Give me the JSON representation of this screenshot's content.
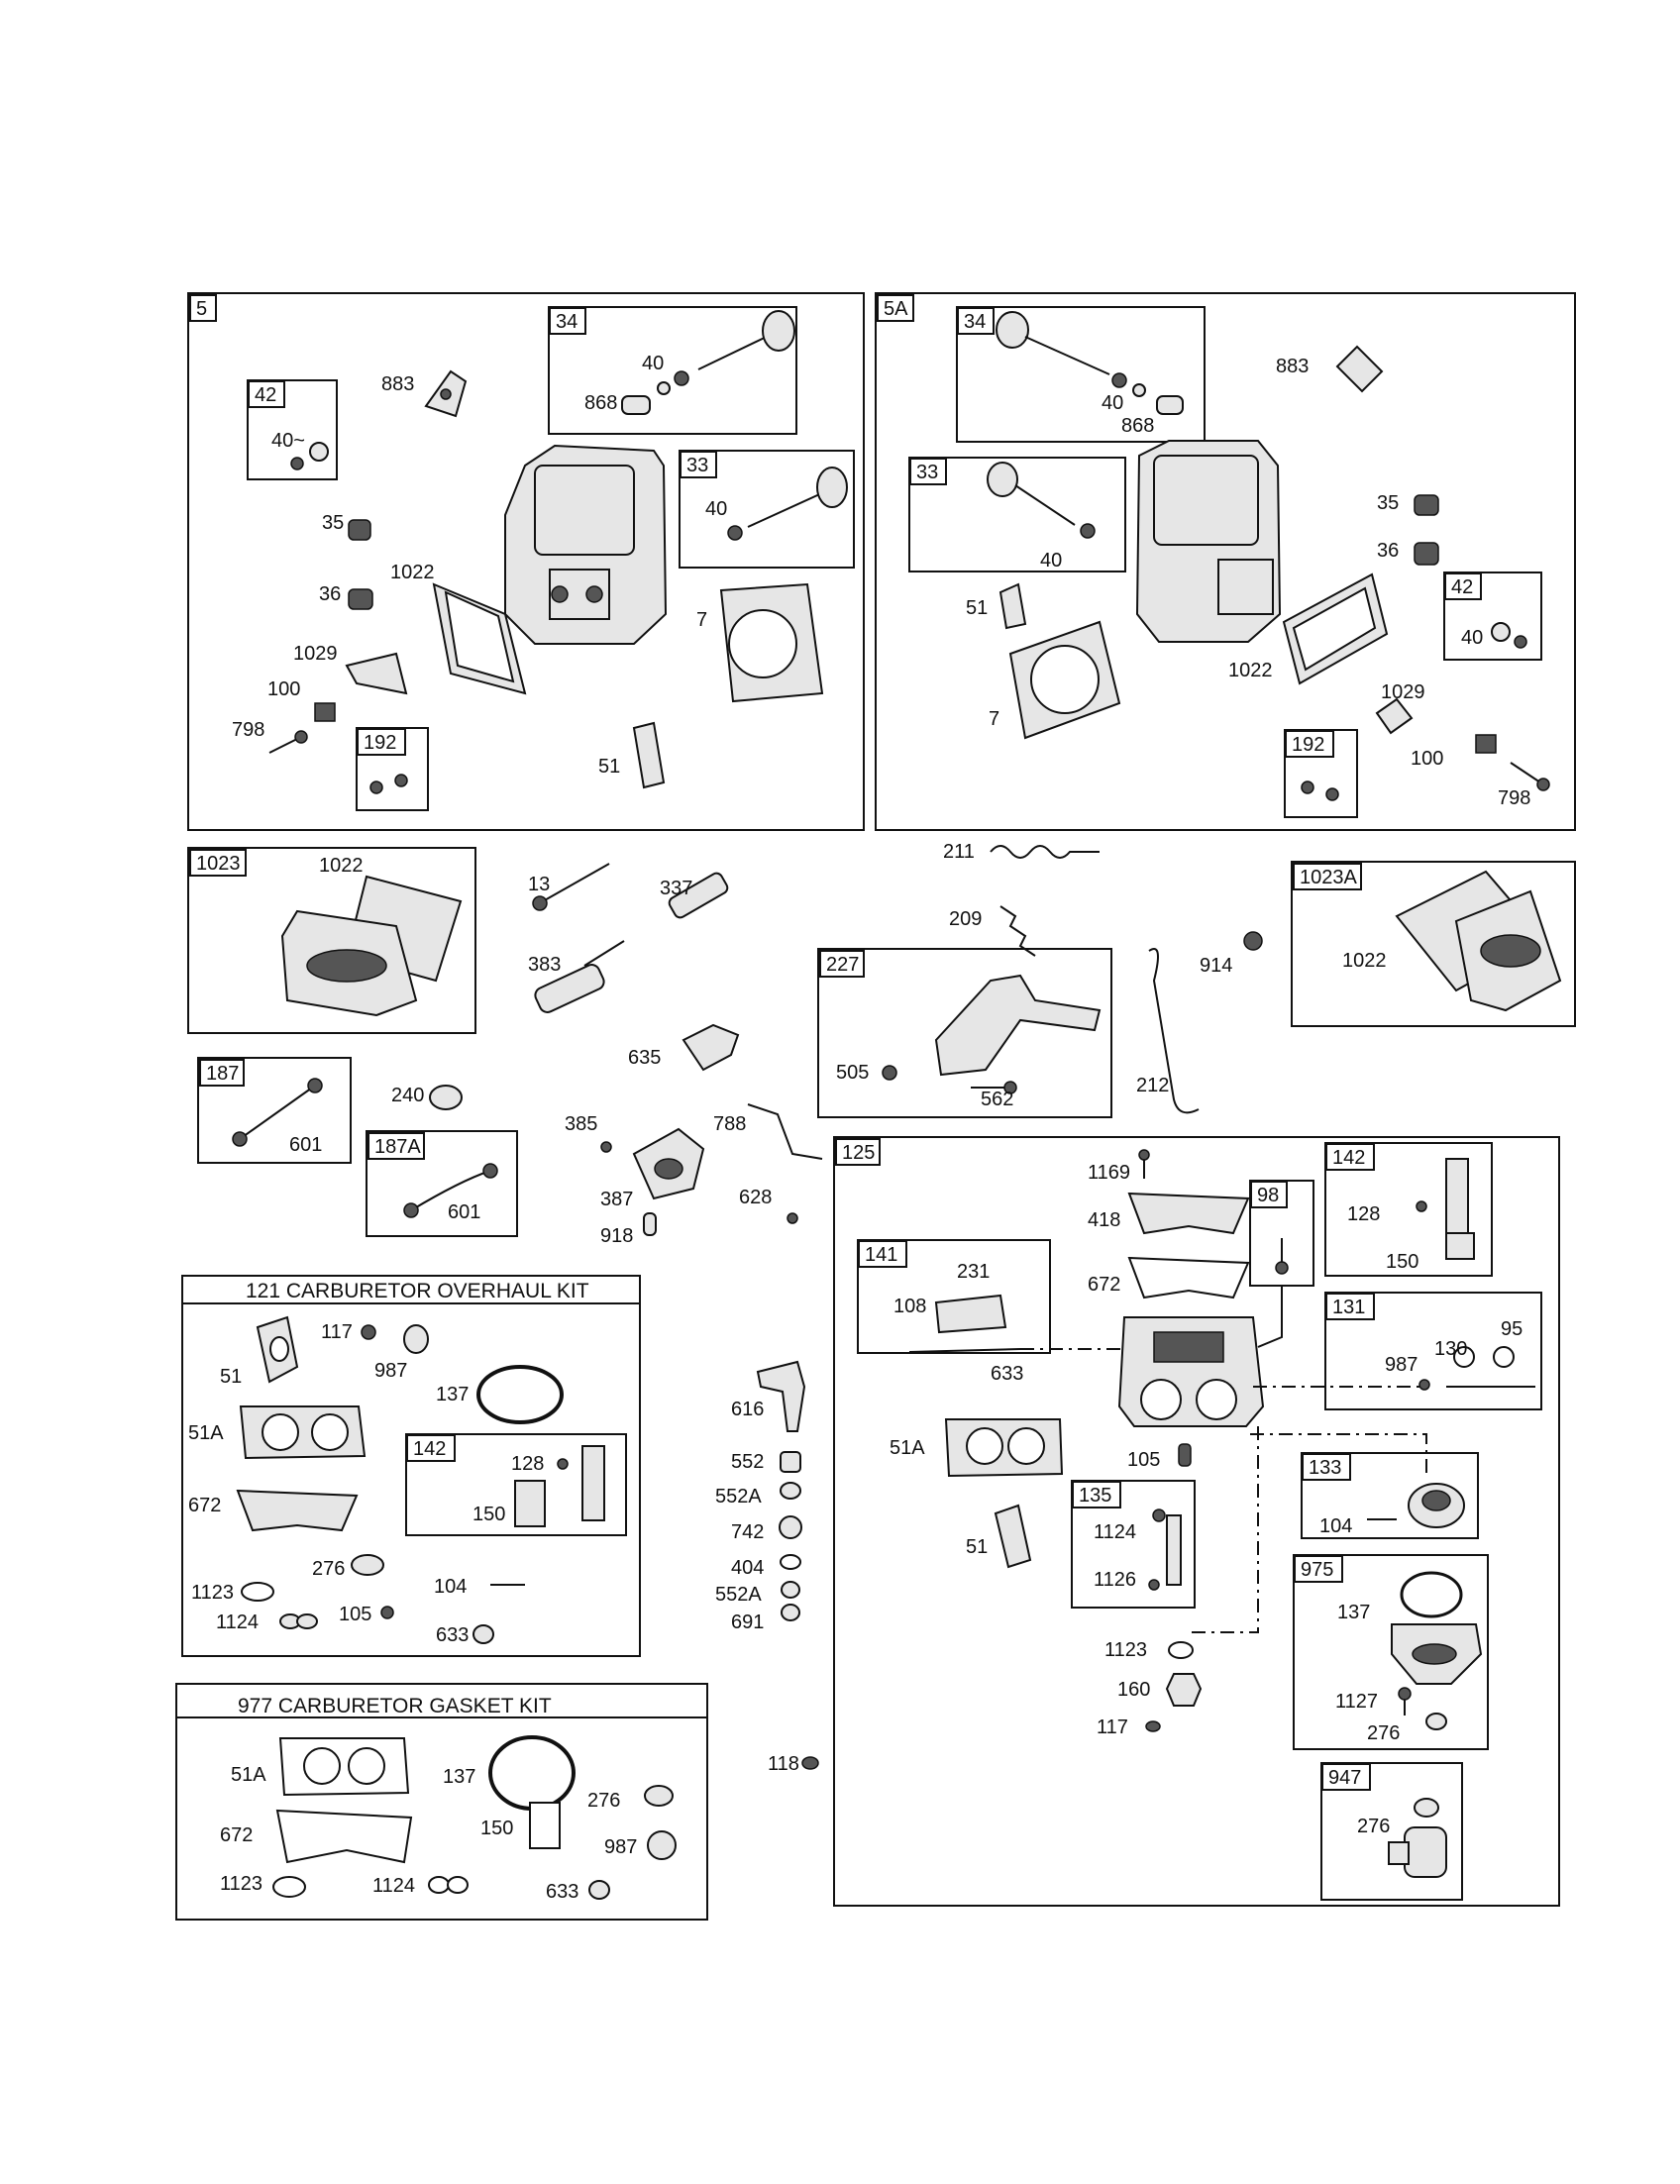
{
  "panels": {
    "p5": {
      "tag": "5"
    },
    "p5a": {
      "tag": "5A"
    },
    "p1023": {
      "tag": "1023"
    },
    "p1023a": {
      "tag": "1023A"
    },
    "p187": {
      "tag": "187"
    },
    "p187a": {
      "tag": "187A"
    },
    "p227": {
      "tag": "227"
    },
    "p125": {
      "tag": "125"
    },
    "p121": {
      "title": "121 CARBURETOR OVERHAUL KIT"
    },
    "p977": {
      "title": "977 CARBURETOR GASKET KIT"
    }
  },
  "subtags": {
    "s34a": "34",
    "s33a": "33",
    "s42a": "42",
    "s192a": "192",
    "s34b": "34",
    "s33b": "33",
    "s42b": "42",
    "s192b": "192",
    "s142a": "142",
    "s142b": "142",
    "s141": "141",
    "s98": "98",
    "s131": "131",
    "s133": "133",
    "s135": "135",
    "s975": "975",
    "s947": "947"
  },
  "labels": {
    "a883": "883",
    "a40a": "40",
    "a868a": "868",
    "a42_40": "40~",
    "a40b": "40",
    "a35": "35",
    "a1022": "1022",
    "a36": "36",
    "a7": "7",
    "a1029": "1029",
    "a100": "100",
    "a798": "798",
    "a51": "51",
    "b40a": "40",
    "b868": "868",
    "b883": "883",
    "b40b": "40",
    "b35": "35",
    "b36": "36",
    "b51": "51",
    "b42_40": "40",
    "b1022": "1022",
    "b7": "7",
    "b1029": "1029",
    "b100": "100",
    "b798": "798",
    "c1022": "1022",
    "c13": "13",
    "c337": "337",
    "c211": "211",
    "c209": "209",
    "c914": "914",
    "c1022b": "1022",
    "c383": "383",
    "c635": "635",
    "c505": "505",
    "c562": "562",
    "c212": "212",
    "c240": "240",
    "c601a": "601",
    "c385": "385",
    "c788": "788",
    "c387": "387",
    "c601b": "601",
    "c628": "628",
    "c918": "918",
    "k117": "117",
    "k987": "987",
    "k51": "51",
    "k137": "137",
    "k51a": "51A",
    "k128": "128",
    "k150": "150",
    "k672": "672",
    "k276": "276",
    "k104": "104",
    "k1123": "1123",
    "k105": "105",
    "k1124": "1124",
    "k633": "633",
    "m616": "616",
    "m552": "552",
    "m552a": "552A",
    "m742": "742",
    "m404": "404",
    "m552a2": "552A",
    "m691": "691",
    "m118": "118",
    "g51a": "51A",
    "g137": "137",
    "g276": "276",
    "g150": "150",
    "g672": "672",
    "g987": "987",
    "g1123": "1123",
    "g1124": "1124",
    "g633": "633",
    "r1169": "1169",
    "r418": "418",
    "r128": "128",
    "r150": "150",
    "r672": "672",
    "r231": "231",
    "r108": "108",
    "r633": "633",
    "r130": "130",
    "r95": "95",
    "r987": "987",
    "r51a": "51A",
    "r105": "105",
    "r104": "104",
    "r1124": "1124",
    "r51": "51",
    "r1126": "1126",
    "r137": "137",
    "r1123": "1123",
    "r160": "160",
    "r1127": "1127",
    "r117": "117",
    "r276": "276",
    "r276b": "276"
  }
}
